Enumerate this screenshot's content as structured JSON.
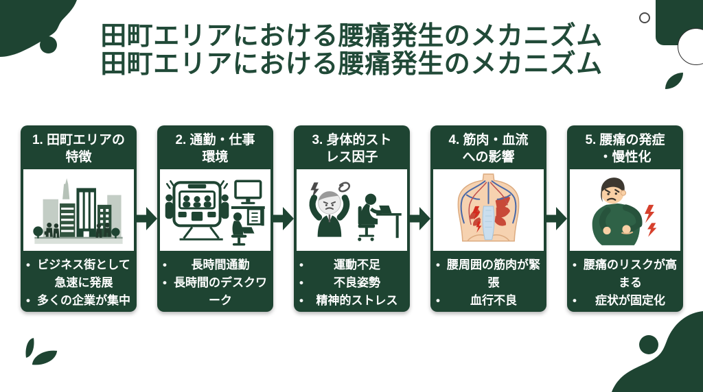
{
  "slide": {
    "title_line1": "田町エリアにおける腰痛発生のメカニズム",
    "title_line2": "田町エリアにおける腰痛発生のメカニズム"
  },
  "bullet_glyph": "•",
  "colors": {
    "accent_green": "#1e4432",
    "title_green": "#214a38",
    "background": "#ffffff",
    "pain_red": "#d6402c",
    "muscle_red": "#c84a38",
    "vein_blue": "#4a69a8",
    "skin": "#f6d2b0"
  },
  "steps": [
    {
      "title_lines": [
        "1. 田町エリアの",
        "特徴"
      ],
      "illustration": "city-buildings",
      "bullets": [
        "ビジネス街として急速に発展",
        "多くの企業が集中"
      ]
    },
    {
      "title_lines": [
        "2. 通勤・仕事",
        "環境"
      ],
      "illustration": "crowded-train-and-desk",
      "bullets": [
        "長時間通勤",
        "長時間のデスクワーク"
      ]
    },
    {
      "title_lines": [
        "3. 身体的スト",
        "レス因子"
      ],
      "illustration": "stressed-office-worker",
      "bullets": [
        "運動不足",
        "不良姿勢",
        "精神的ストレス"
      ]
    },
    {
      "title_lines": [
        "4. 筋肉・血流",
        "への影響"
      ],
      "illustration": "back-muscles-blood-flow",
      "bullets": [
        "腰周囲の筋肉が緊張",
        "血行不良"
      ]
    },
    {
      "title_lines": [
        "5. 腰痛の発症",
        "・慢性化"
      ],
      "illustration": "person-with-back-pain",
      "bullets": [
        "腰痛のリスクが高まる",
        "症状が固定化"
      ]
    }
  ]
}
